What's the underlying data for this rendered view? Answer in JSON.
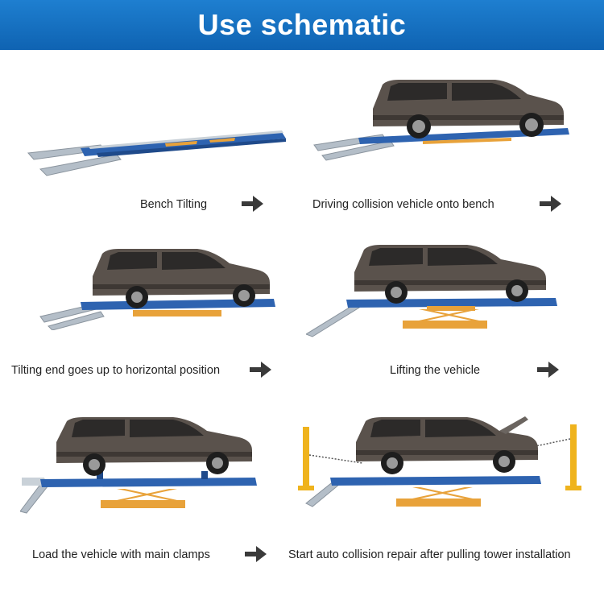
{
  "header": {
    "title": "Use schematic"
  },
  "steps": [
    {
      "caption": "Bench Tilting"
    },
    {
      "caption": "Driving collision vehicle onto bench"
    },
    {
      "caption": "Tilting end goes up to horizontal position"
    },
    {
      "caption": "Lifting the vehicle"
    },
    {
      "caption": "Load the vehicle with main clamps"
    },
    {
      "caption": "Start auto collision repair after pulling tower installation"
    }
  ],
  "colors": {
    "header": "#1671c2",
    "bench_blue": "#2e63b0",
    "ramp_silver": "#a9b3bd",
    "lift_orange": "#e8a23a",
    "car_body": "#5a524c",
    "tower_yellow": "#efb31d"
  },
  "icons": {
    "next_step": "arrow-right-icon"
  }
}
